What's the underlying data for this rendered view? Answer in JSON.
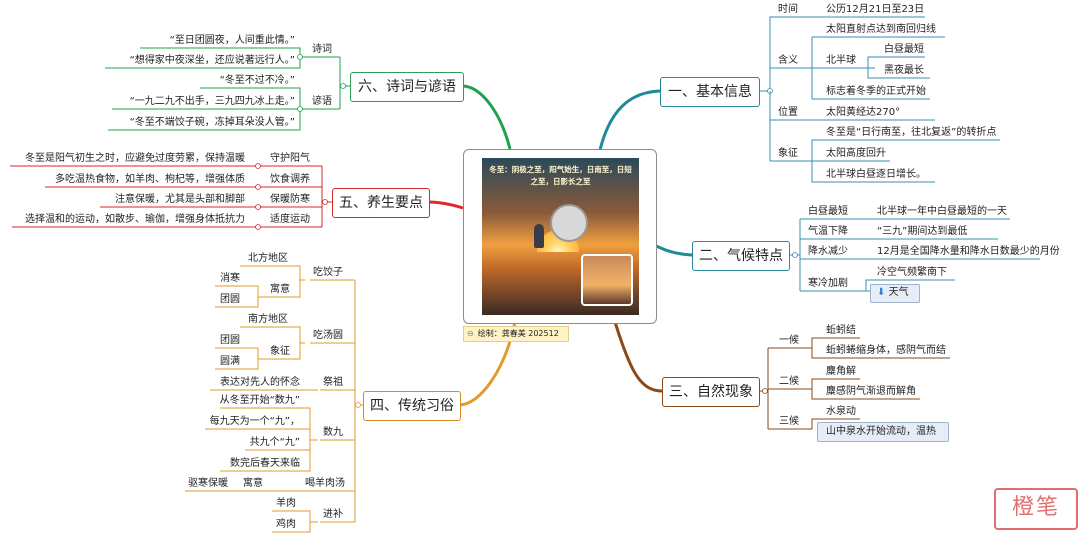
{
  "center": {
    "photo_caption": "冬至：阴极之至，阳气始生，日南至，日短之至，日影长之至",
    "credit": "绘制：龚春美  202512"
  },
  "b1": {
    "title": "一、基本信息",
    "time_label": "时间",
    "time_value": "公历12月21日至23日",
    "meaning_label": "含义",
    "m1": "太阳直射点达到南回归线",
    "north_label": "北半球",
    "day_short": "白昼最短",
    "night_long": "黑夜最长",
    "m3": "标志着冬季的正式开始",
    "pos_label": "位置",
    "pos_value": "太阳黄经达270°",
    "sym_label": "象征",
    "s1": "冬至是“日行南至，往北复返”的转折点",
    "s2": "太阳高度回升",
    "s3": "北半球白昼逐日增长。"
  },
  "b2": {
    "title": "二、气候特点",
    "k1": "白昼最短",
    "v1": "北半球一年中白昼最短的一天",
    "k2": "气温下降",
    "v2": "“三九”期间达到最低",
    "k3": "降水减少",
    "v3": "12月是全国降水量和降水日数最少的月份",
    "k4": "寒冷加剧",
    "v4": "冷空气频繁南下",
    "v5": "天气"
  },
  "b3": {
    "title": "三、自然现象",
    "h1": "一候",
    "h1a": "蚯蚓结",
    "h1b": "蚯蚓蜷缩身体，感阴气而结",
    "h2": "二候",
    "h2a": "麋角解",
    "h2b": "麋感阴气渐退而解角",
    "h3": "三候",
    "h3a": "水泉动",
    "h3b": "山中泉水开始流动，温热"
  },
  "b4": {
    "title": "四、传统习俗",
    "dumpling": "吃饺子",
    "north": "北方地区",
    "meaning": "寓意",
    "xiaohan": "消寒",
    "tuanyuan": "团圆",
    "tangyuan": "吃汤圆",
    "south": "南方地区",
    "symbol": "象征",
    "tuanyuan2": "团圆",
    "yuanman": "圆满",
    "ancestor": "祭祖",
    "ancestor_v": "表达对先人的怀念",
    "shujiu": "数九",
    "sj1": "从冬至开始“数九”",
    "sj2": "每九天为一个“九”，",
    "sj3": "共九个“九”",
    "sj4": "数完后春天来临",
    "mutton": "喝羊肉汤",
    "mutton_meaning": "寓意",
    "mutton_v": "驱寒保暖",
    "tonic": "进补",
    "t1": "羊肉",
    "t2": "鸡肉"
  },
  "b5": {
    "title": "五、养生要点",
    "p1k": "守护阳气",
    "p1v": "冬至是阳气初生之时，应避免过度劳累，保持温暖",
    "p2k": "饮食调养",
    "p2v": "多吃温热食物，如羊肉、枸杞等，增强体质",
    "p3k": "保暖防寒",
    "p3v": "注意保暖，尤其是头部和脚部",
    "p4k": "适度运动",
    "p4v": "选择温和的运动，如散步、瑜伽，增强身体抵抗力"
  },
  "b6": {
    "title": "六、诗词与谚语",
    "poem": "诗词",
    "poem1": "“至日团圆夜，人间重此情。”",
    "poem2": "“想得家中夜深坐，还应说著远行人。”",
    "proverb": "谚语",
    "pv1": "“冬至不过不冷。”",
    "pv2": "“一九二九不出手，三九四九冰上走。”",
    "pv3": "“冬至不端饺子碗，冻掉耳朵没人管。”"
  },
  "stamp": "橙笔"
}
